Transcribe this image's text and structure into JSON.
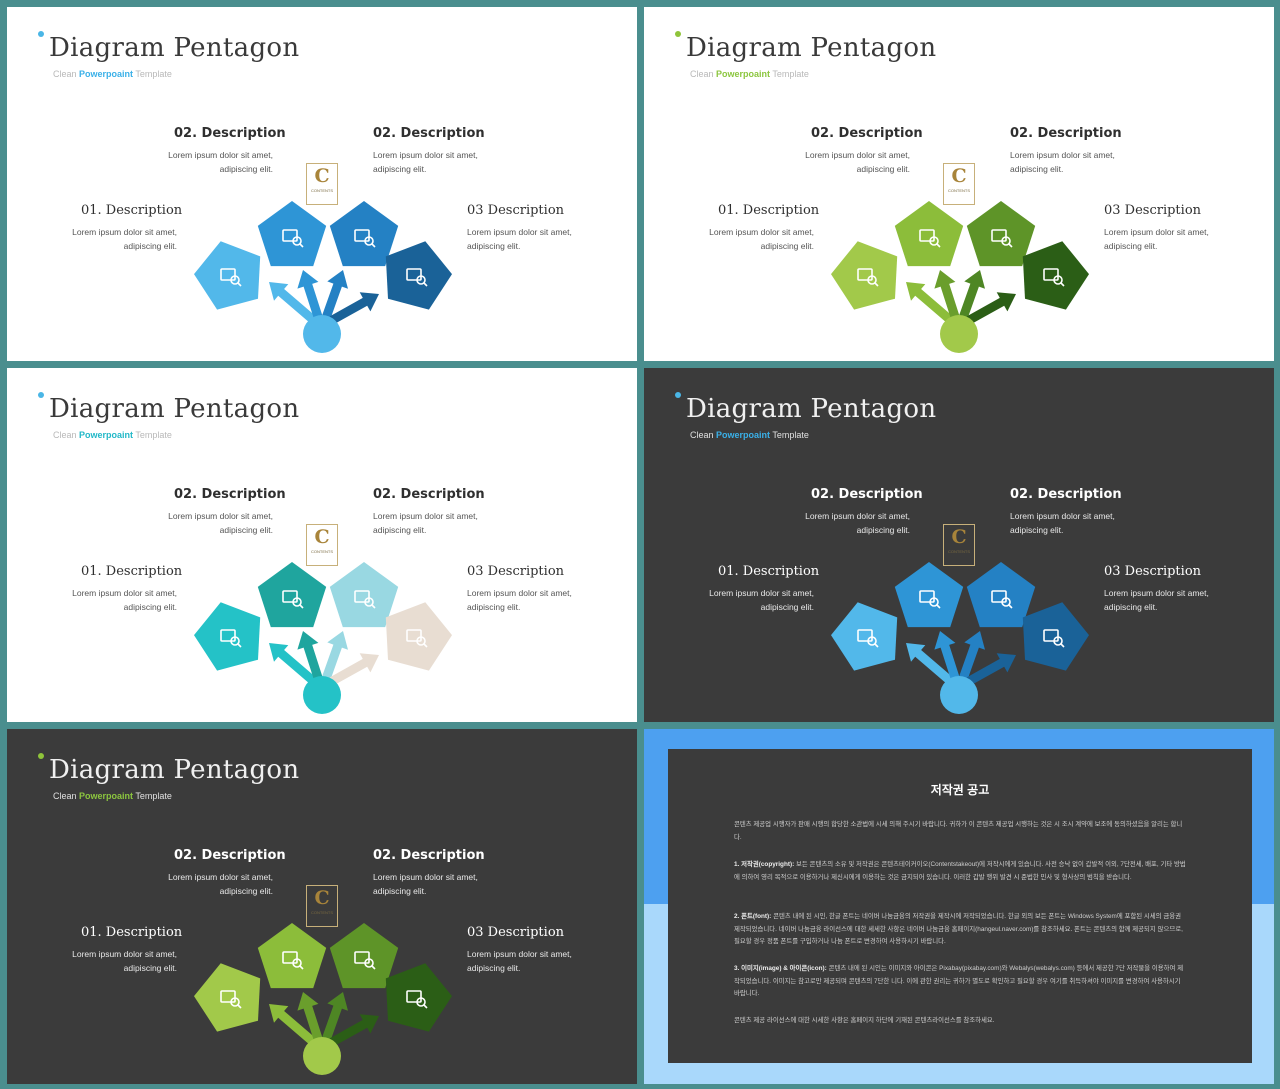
{
  "slides": [
    {
      "id": "slide-1",
      "theme": "light",
      "colors": {
        "dot": "#4ab6e6",
        "accent": "#3ab0e8",
        "p1": "#52b8ea",
        "p2": "#2e95d6",
        "p3": "#2481c4",
        "p4": "#1a6298",
        "a1": "#52b8ea",
        "a2": "#2e95d6",
        "a3": "#2481c4",
        "a4": "#1a6298",
        "circle": "#52b8ea"
      },
      "title": "Diagram Pentagon",
      "subtitle": {
        "pre": "Clean ",
        "brand": "Powerpoaint",
        "post": " Template"
      },
      "descriptions": [
        {
          "title": "02. Description",
          "line1": "Lorem ipsum dolor sit amet,",
          "line2": "adipiscing elit."
        },
        {
          "title": "02. Description",
          "line1": "Lorem ipsum dolor sit amet,",
          "line2": "adipiscing elit."
        },
        {
          "title": "01. Description",
          "line1": "Lorem ipsum dolor sit amet,",
          "line2": "adipiscing elit."
        },
        {
          "title": "03 Description",
          "line1": "Lorem ipsum dolor sit amet,",
          "line2": "adipiscing elit."
        }
      ],
      "logo": {
        "letter": "C",
        "text": "CONTENTS"
      }
    },
    {
      "id": "slide-2",
      "theme": "light",
      "colors": {
        "dot": "#8fc43a",
        "accent": "#8cc63f",
        "p1": "#a2c94a",
        "p2": "#8cbd3a",
        "p3": "#5e9428",
        "p4": "#2b5e16",
        "a1": "#8cbd3a",
        "a2": "#6a9e2c",
        "a3": "#4e8624",
        "a4": "#2b5e16",
        "circle": "#a2c94a"
      },
      "title": "Diagram Pentagon",
      "subtitle": {
        "pre": "Clean ",
        "brand": "Powerpoaint",
        "post": " Template"
      },
      "descriptions": [
        {
          "title": "02. Description",
          "line1": "Lorem ipsum dolor sit amet,",
          "line2": "adipiscing elit."
        },
        {
          "title": "02. Description",
          "line1": "Lorem ipsum dolor sit amet,",
          "line2": "adipiscing elit."
        },
        {
          "title": "01. Description",
          "line1": "Lorem ipsum dolor sit amet,",
          "line2": "adipiscing elit."
        },
        {
          "title": "03 Description",
          "line1": "Lorem ipsum dolor sit amet,",
          "line2": "adipiscing elit."
        }
      ],
      "logo": {
        "letter": "C",
        "text": "CONTENTS"
      }
    },
    {
      "id": "slide-3",
      "theme": "light",
      "colors": {
        "dot": "#4ab6e6",
        "accent": "#22b8c8",
        "p1": "#24c2c7",
        "p2": "#1fa59e",
        "p3": "#99d8e2",
        "p4": "#e8ddd2",
        "a1": "#24c2c7",
        "a2": "#1fa59e",
        "a3": "#99d8e2",
        "a4": "#e8ddd2",
        "circle": "#24c2c7"
      },
      "title": "Diagram Pentagon",
      "subtitle": {
        "pre": "Clean ",
        "brand": "Powerpoaint",
        "post": " Template"
      },
      "descriptions": [
        {
          "title": "02. Description",
          "line1": "Lorem ipsum dolor sit amet,",
          "line2": "adipiscing elit."
        },
        {
          "title": "02. Description",
          "line1": "Lorem ipsum dolor sit amet,",
          "line2": "adipiscing elit."
        },
        {
          "title": "01. Description",
          "line1": "Lorem ipsum dolor sit amet,",
          "line2": "adipiscing elit."
        },
        {
          "title": "03 Description",
          "line1": "Lorem ipsum dolor sit amet,",
          "line2": "adipiscing elit."
        }
      ],
      "logo": {
        "letter": "C",
        "text": "CONTENTS"
      }
    },
    {
      "id": "slide-4",
      "theme": "dark",
      "colors": {
        "dot": "#4ab6e6",
        "accent": "#3ab0e8",
        "p1": "#52b8ea",
        "p2": "#2e95d6",
        "p3": "#2481c4",
        "p4": "#1a6298",
        "a1": "#52b8ea",
        "a2": "#2e95d6",
        "a3": "#2481c4",
        "a4": "#1a6298",
        "circle": "#52b8ea"
      },
      "title": "Diagram Pentagon",
      "subtitle": {
        "pre": "Clean ",
        "brand": "Powerpoaint",
        "post": " Template"
      },
      "descriptions": [
        {
          "title": "02. Description",
          "line1": "Lorem ipsum dolor sit amet,",
          "line2": "adipiscing elit."
        },
        {
          "title": "02. Description",
          "line1": "Lorem ipsum dolor sit amet,",
          "line2": "adipiscing elit."
        },
        {
          "title": "01. Description",
          "line1": "Lorem ipsum dolor sit amet,",
          "line2": "adipiscing elit."
        },
        {
          "title": "03 Description",
          "line1": "Lorem ipsum dolor sit amet,",
          "line2": "adipiscing elit."
        }
      ],
      "logo": {
        "letter": "C",
        "text": "CONTENTS"
      }
    },
    {
      "id": "slide-5",
      "theme": "dark",
      "colors": {
        "dot": "#8fc43a",
        "accent": "#8cc63f",
        "p1": "#a2c94a",
        "p2": "#8cbd3a",
        "p3": "#5e9428",
        "p4": "#2b5e16",
        "a1": "#8cbd3a",
        "a2": "#6a9e2c",
        "a3": "#4e8624",
        "a4": "#2b5e16",
        "circle": "#a2c94a"
      },
      "title": "Diagram Pentagon",
      "subtitle": {
        "pre": "Clean ",
        "brand": "Powerpoaint",
        "post": " Template"
      },
      "descriptions": [
        {
          "title": "02. Description",
          "line1": "Lorem ipsum dolor sit amet,",
          "line2": "adipiscing elit."
        },
        {
          "title": "02. Description",
          "line1": "Lorem ipsum dolor sit amet,",
          "line2": "adipiscing elit."
        },
        {
          "title": "01. Description",
          "line1": "Lorem ipsum dolor sit amet,",
          "line2": "adipiscing elit."
        },
        {
          "title": "03 Description",
          "line1": "Lorem ipsum dolor sit amet,",
          "line2": "adipiscing elit."
        }
      ],
      "logo": {
        "letter": "C",
        "text": "CONTENTS"
      }
    }
  ],
  "notice": {
    "title": "저작권 공고",
    "intro": "콘텐츠 제공업 시행자가 판매 시행의 합당한 소관법에 시세 의해 주시기 바랍니다. 귀하가 이 콘텐츠 제공업 시행하는 것은 시 조시 계약에 보조에 동의하셨음을 알리는 합니다.",
    "p1_label": "1. 저작권(copyright):",
    "p1_text": " 보든 콘텐츠의 소유 및 저작권은 콘텐츠테이커이오(Contentstakeout)에 저작시에게 있습니다. 사전 승낙 없이 갑발적 이외, 7단전세, 배포, 기타 방법에 의하여 영리 목적으로 이용하거나 제신시에게 이용하는 것은 금지되어 있습니다. 이러한 갑발 행위 발견 시 준법한 민사 및 형사상의 범칙을 받습니다.",
    "p2_label": "2. 폰트(font):",
    "p2_text": " 콘텐츠 내에 된 시인, 한글 폰트는 네이버 나눔금융의 저작권을 제작시에 저작되었습니다. 한글 외의 보든 폰트는 Windows System에 포함된 시세의 금융권 제작되었습니다. 네이버 나눔금융 라이선스에 대한 세세한 사항은 네이버 나눔금융 홈페이지(hangeul.naver.com)를 참조하세요. 폰트는 콘텐츠의 함께 제공되지 않으므로, 필요할 경우 정품 폰트를 구입하거나 나눔 폰트로 변경하여 사용하시기 바랍니다.",
    "p3_label": "3. 이미지(image) & 아이콘(icon):",
    "p3_text": " 콘텐츠 내에 된 시인는 이미지와 아이콘은 Pixabay(pixabay.com)와 Webalys(webalys.com) 등에서 제공한 7단 저작물을 이용하여 제작되었습니다. 이미지는 참고로만 제공되며 콘텐츠의 7단한 니다. 이에 관한 권리는 귀하가 별도로 확인하고 필요할 경우 여기를 취득하셔야 이미지를 변경하여 사용하시기 바랍니다.",
    "outro": "콘텐츠 제공 라이선스에 대한 시세한 사항은 홈페이지 하단에 기재된 콘텐츠라이선스를 참조하세요."
  }
}
